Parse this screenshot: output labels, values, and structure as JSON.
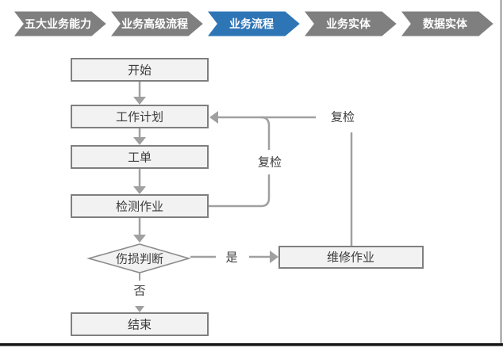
{
  "theme": {
    "accent_blue": "#2e75b6",
    "chevron_gray": "#7f7f7f",
    "box_fill": "#f2f2f2",
    "box_border": "#7f7f7f",
    "line_gray": "#a0a0a0",
    "text_dark": "#3b3b3b"
  },
  "breadcrumb": {
    "steps": [
      {
        "label": "五大业务能力",
        "active": false
      },
      {
        "label": "业务高级流程",
        "active": false
      },
      {
        "label": "业务流程",
        "active": true
      },
      {
        "label": "业务实体",
        "active": false
      },
      {
        "label": "数据实体",
        "active": false
      }
    ]
  },
  "flowchart": {
    "nodes": {
      "start": "开始",
      "work_plan": "工作计划",
      "work_order": "工单",
      "inspection_job": "检测作业",
      "damage_decision": "伤损判断",
      "repair_job": "维修作业",
      "end": "结束"
    },
    "edge_labels": {
      "recheck_inner": "复检",
      "recheck_outer": "复检",
      "yes": "是",
      "no": "否"
    }
  }
}
